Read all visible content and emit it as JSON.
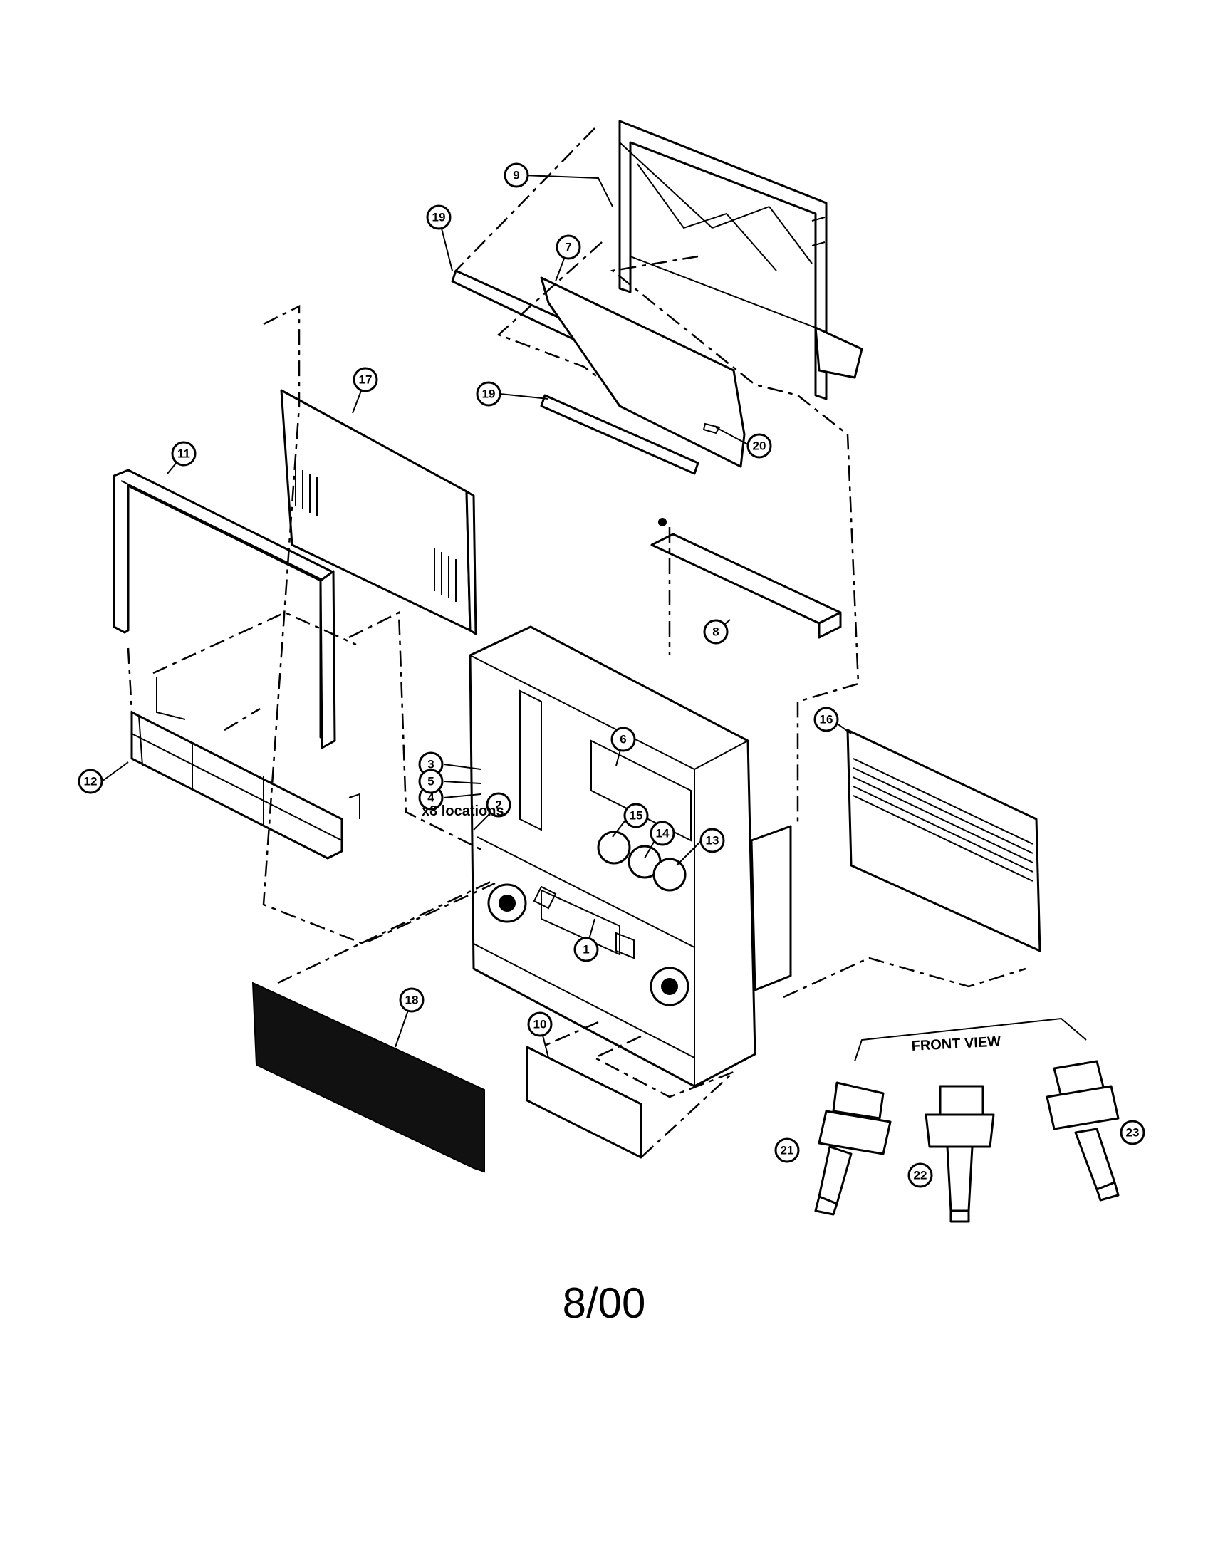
{
  "diagram": {
    "callouts": [
      "1",
      "2",
      "3",
      "4",
      "5",
      "6",
      "7",
      "8",
      "9",
      "10",
      "11",
      "12",
      "13",
      "14",
      "15",
      "16",
      "17",
      "18",
      "19",
      "19",
      "20",
      "21",
      "22",
      "23"
    ],
    "notes": {
      "locations": "x8 locations",
      "front_view": "FRONT VIEW"
    }
  },
  "footer": {
    "date_code": "8/00"
  }
}
